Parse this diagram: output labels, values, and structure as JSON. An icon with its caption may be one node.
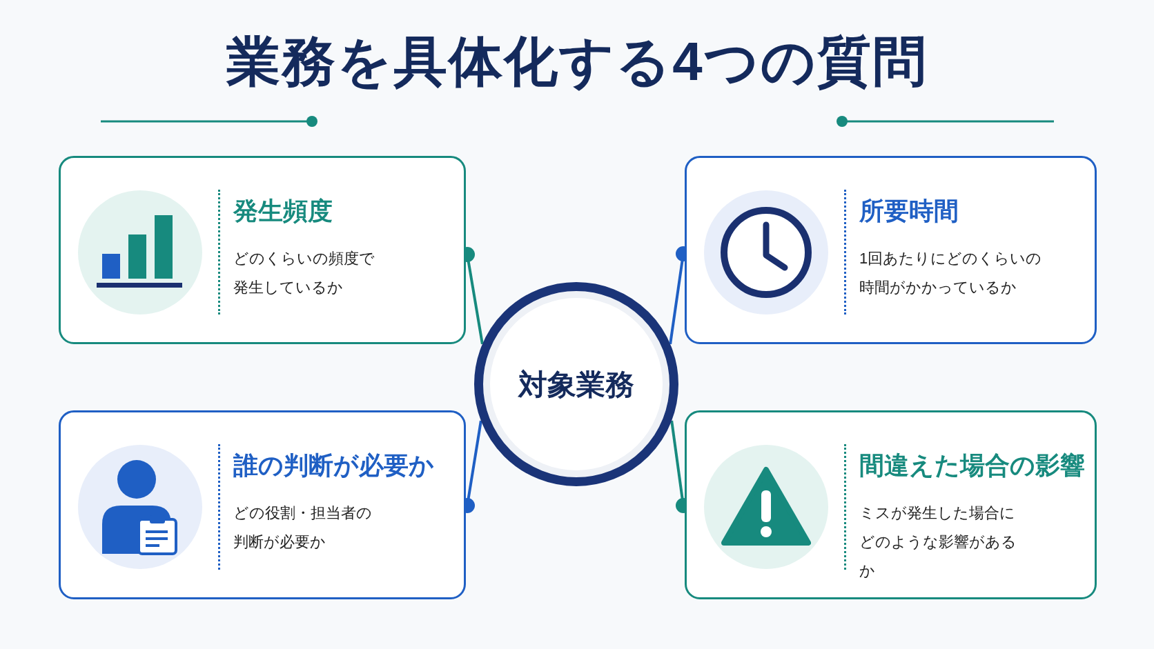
{
  "diagram": {
    "title": "業務を具体化する4つの質問",
    "nodes": [
      {
        "text": [
          "発生頻度",
          "どのくらいの頻度で発生しているか"
        ]
      },
      {
        "text": [
          "所要時間",
          "1回あたりにどのくらいの時間がかかっているか"
        ]
      },
      {
        "text": [
          "対象業務"
        ]
      },
      {
        "text": [
          "誰の判断が必要か",
          "どの役割・担当者の判断が必要か"
        ]
      },
      {
        "text": [
          "間違えた場合の影響",
          "ミスが発生した場合にどのような影響があるか"
        ]
      }
    ],
    "edges": [
      {
        "from": 0,
        "to": 2,
        "arrow": "other",
        "color": "#178a7e"
      },
      {
        "from": 1,
        "to": 2,
        "arrow": "other",
        "color": "#1f5fc4"
      },
      {
        "from": 3,
        "to": 2,
        "arrow": "other",
        "color": "#1f5fc4"
      },
      {
        "from": 4,
        "to": 2,
        "arrow": "other",
        "color": "#178a7e"
      }
    ]
  }
}
